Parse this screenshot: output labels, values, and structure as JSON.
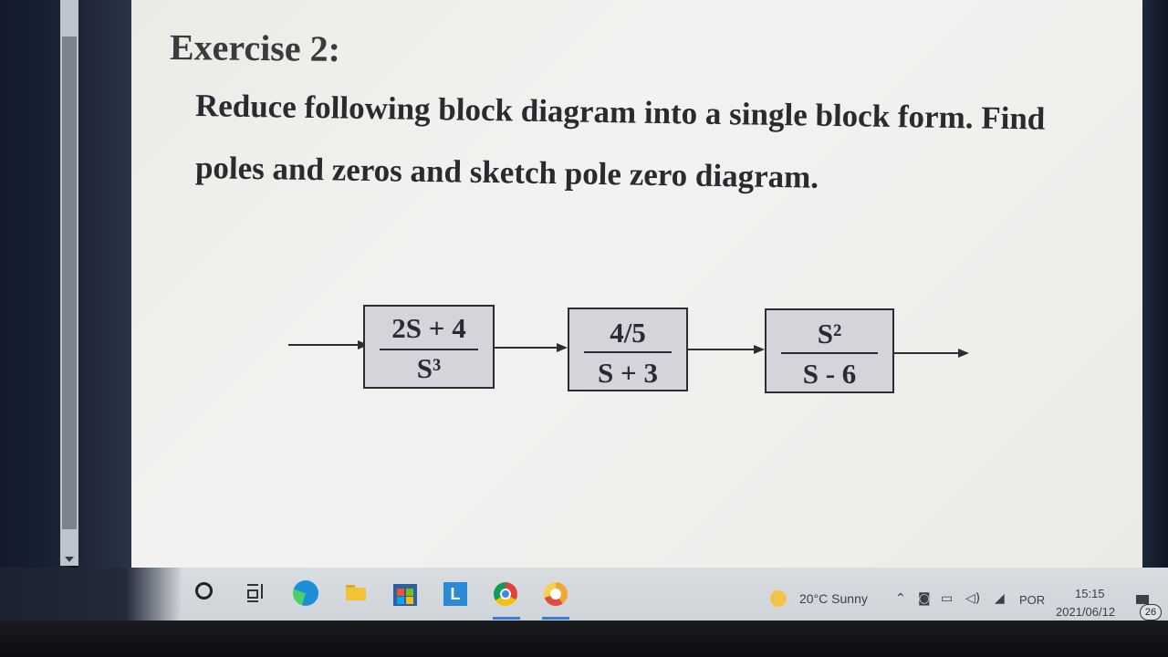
{
  "slide": {
    "title": "Exercise 2:",
    "instruction_line1": "Reduce following block diagram into a single block form. Find",
    "instruction_line2": "poles and zeros and sketch pole zero diagram."
  },
  "diagram": {
    "blocks": [
      {
        "numerator": "2S + 4",
        "denominator": "S³"
      },
      {
        "numerator": "4/5",
        "denominator": "S + 3"
      },
      {
        "numerator": "S²",
        "denominator": "S - 6"
      }
    ]
  },
  "taskbar": {
    "apps": [
      "search-icon",
      "task-view-icon",
      "edge-icon",
      "file-explorer-icon",
      "store-icon",
      "l-app-icon",
      "chrome-icon",
      "chrome-variant-icon"
    ],
    "weather": "20°C  Sunny",
    "language": "POR",
    "time": "15:15",
    "date": "2021/06/12",
    "notification_count": "26"
  }
}
